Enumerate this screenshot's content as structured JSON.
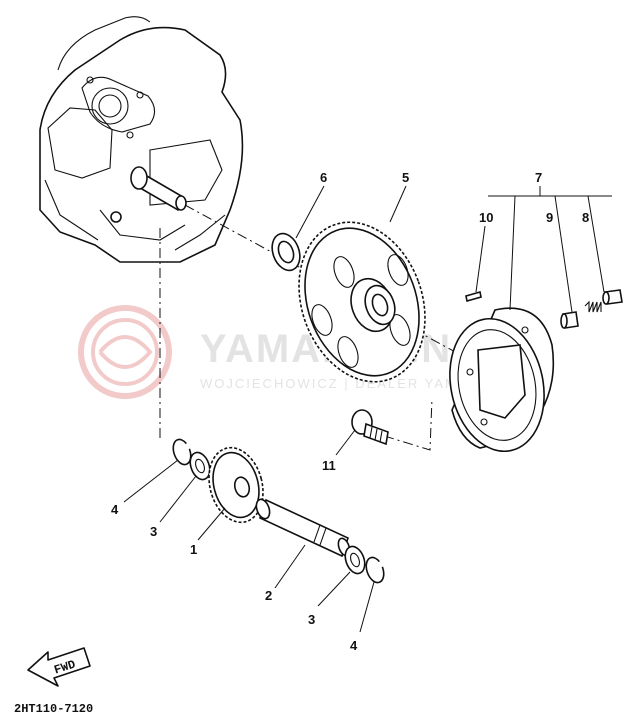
{
  "watermark": {
    "brand": "YAMAKLEIN",
    "tagline": "WOJCIECHOWICZ | DEALER YAMAHA",
    "color": "#e8a0a0"
  },
  "callouts": {
    "c1": "1",
    "c2": "2",
    "c3a": "3",
    "c3b": "3",
    "c4a": "4",
    "c4b": "4",
    "c5": "5",
    "c6": "6",
    "c7": "7",
    "c8": "8",
    "c9": "9",
    "c10": "10",
    "c11": "11"
  },
  "fwd_label": "FWD",
  "diagram_code": "2HT110-7120"
}
